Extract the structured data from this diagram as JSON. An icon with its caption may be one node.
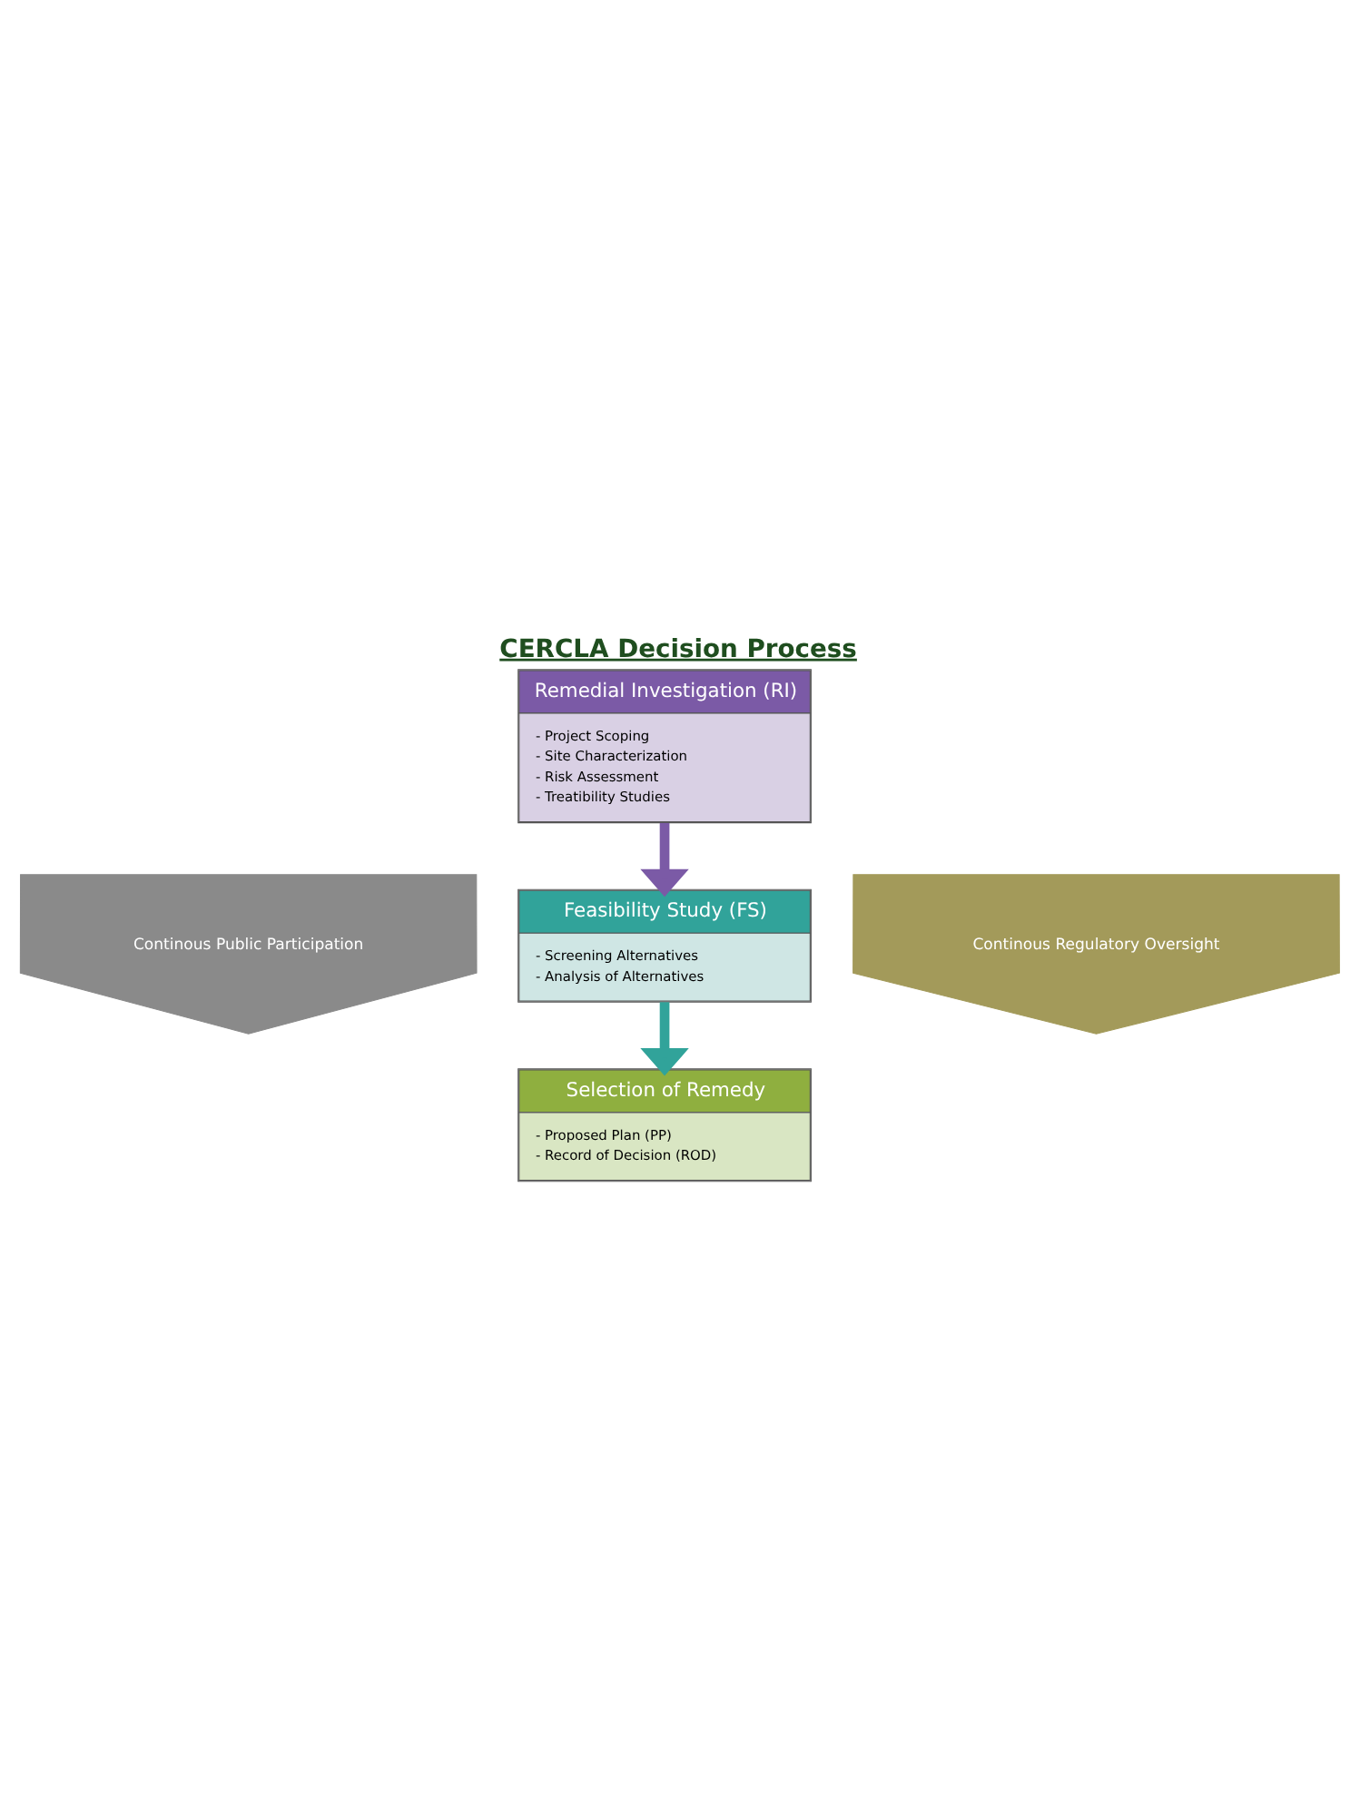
{
  "diagram": {
    "title": "CERCLA Decision Process",
    "nodes": [
      {
        "text": [
          "Remedial Investigation (RI)",
          "- Project Scoping",
          "- Site Characterization",
          "- Risk Assessment",
          "- Treatibility Studies"
        ]
      },
      {
        "text": [
          "Feasibility Study (FS)",
          "- Screening Alternatives",
          "- Analysis of Alternatives"
        ]
      },
      {
        "text": [
          "Selection of Remedy",
          "- Proposed Plan (PP)",
          "- Record of Decision (ROD)"
        ]
      },
      {
        "text": [
          "Continous Public Participation"
        ]
      },
      {
        "text": [
          "Continous Regulatory Oversight"
        ]
      }
    ],
    "edges": [
      {
        "from": 0,
        "to": 1,
        "arrow": "to",
        "color": "#7b5aa6"
      },
      {
        "from": 1,
        "to": 2,
        "arrow": "to",
        "color": "#31a39a"
      }
    ]
  }
}
